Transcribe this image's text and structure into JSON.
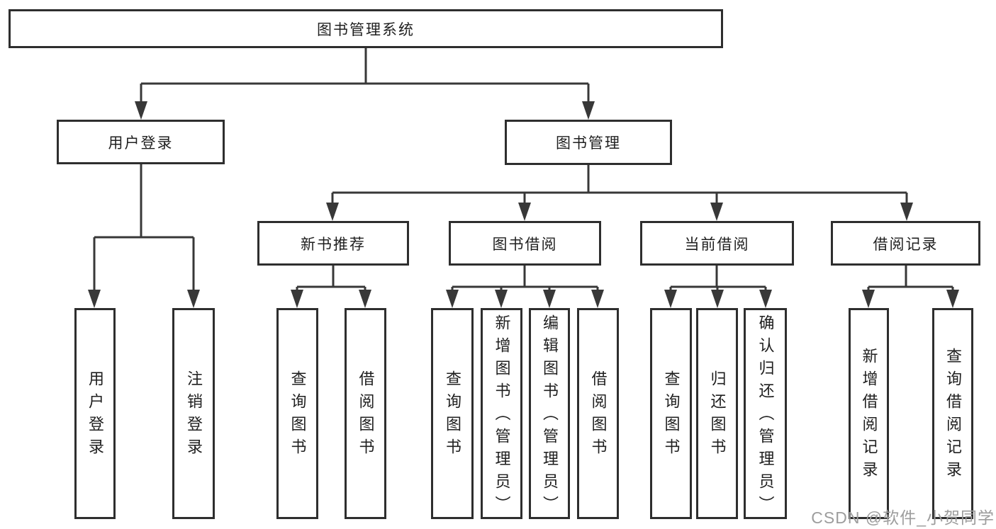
{
  "tree": {
    "label": "图书管理系统",
    "children": [
      {
        "label": "用户登录",
        "children": [
          {
            "label": "用户登录"
          },
          {
            "label": "注销登录"
          }
        ]
      },
      {
        "label": "图书管理",
        "children": [
          {
            "label": "新书推荐",
            "children": [
              {
                "label": "查询图书"
              },
              {
                "label": "借阅图书"
              }
            ]
          },
          {
            "label": "图书借阅",
            "children": [
              {
                "label": "查询图书"
              },
              {
                "label": "新增图书（管理员）"
              },
              {
                "label": "编辑图书（管理员）"
              },
              {
                "label": "借阅图书"
              }
            ]
          },
          {
            "label": "当前借阅",
            "children": [
              {
                "label": "查询图书"
              },
              {
                "label": "归还图书"
              },
              {
                "label": "确认归还（管理员）"
              }
            ]
          },
          {
            "label": "借阅记录",
            "children": [
              {
                "label": "新增借阅记录"
              },
              {
                "label": "查询借阅记录"
              }
            ]
          }
        ]
      }
    ]
  },
  "watermark": "CSDN @软件_小贺同学",
  "colors": {
    "line": "#383838",
    "box_border": "#2e2e2e",
    "text": "#1f1f1f",
    "watermark": "#9d9d9d",
    "background": "#ffffff"
  }
}
